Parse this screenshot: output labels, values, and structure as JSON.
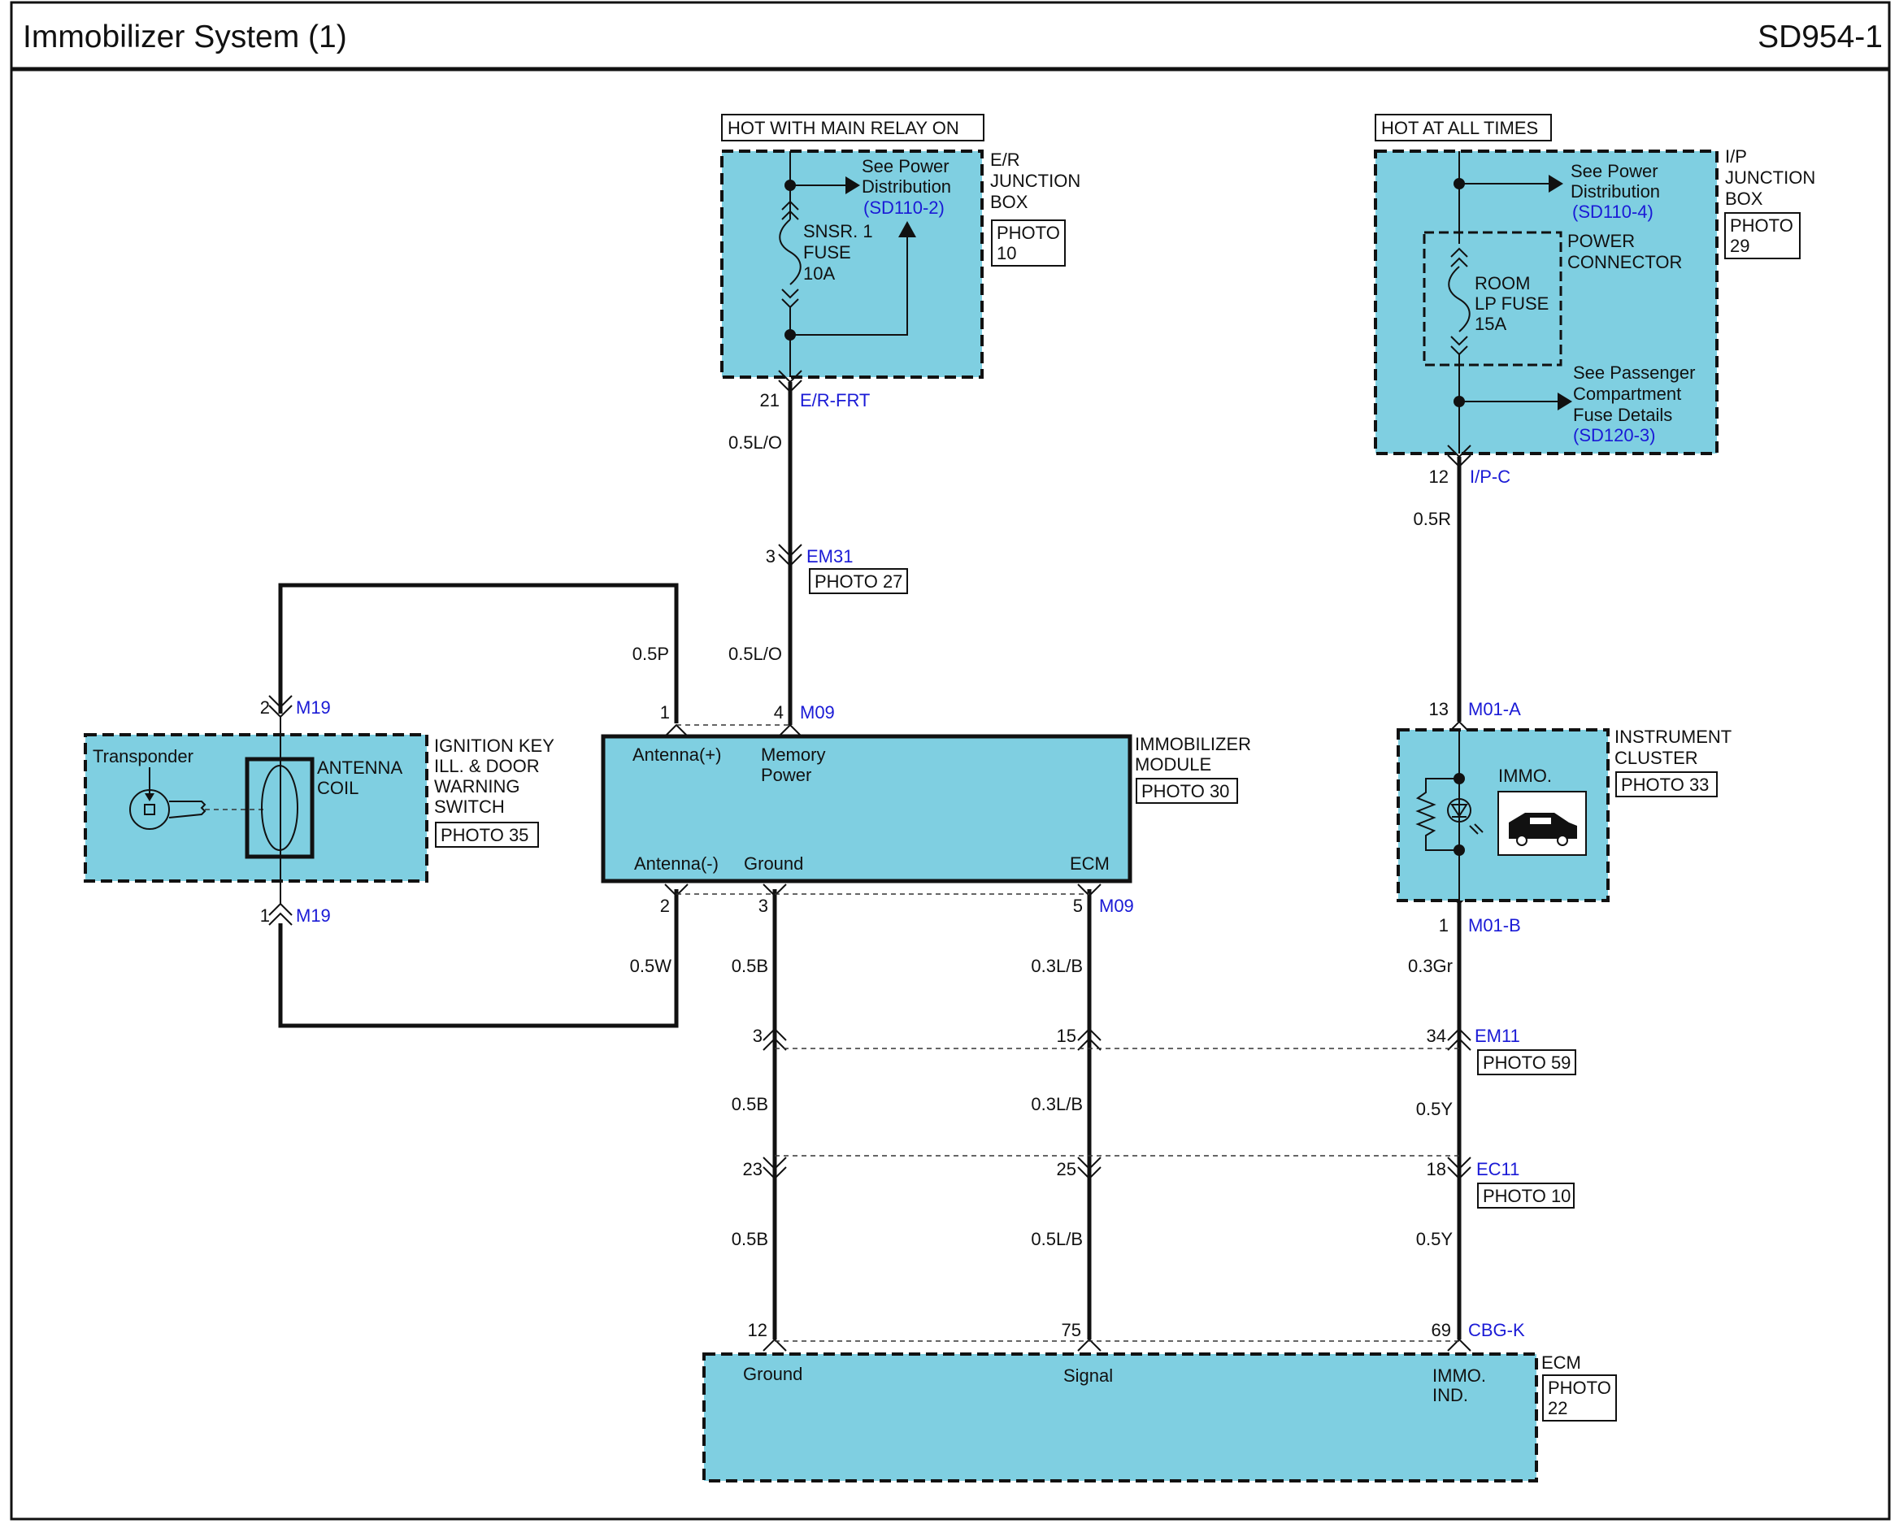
{
  "header": {
    "title": "Immobilizer System (1)",
    "page_code": "SD954-1"
  },
  "power": {
    "main_relay": "HOT WITH MAIN RELAY ON",
    "all_times": "HOT AT ALL TIMES"
  },
  "er_box": {
    "title": [
      "E/R",
      "JUNCTION",
      "BOX"
    ],
    "photo": [
      "PHOTO",
      "10"
    ],
    "see_power": [
      "See Power",
      "Distribution"
    ],
    "see_ref": "(SD110-2)",
    "fuse": [
      "SNSR. 1",
      "FUSE",
      "10A"
    ],
    "pin": "21",
    "connector": "E/R-FRT"
  },
  "ip_box": {
    "title": [
      "I/P",
      "JUNCTION",
      "BOX"
    ],
    "photo": [
      "PHOTO",
      "29"
    ],
    "see_power": [
      "See Power",
      "Distribution"
    ],
    "see_ref": "(SD110-4)",
    "power_connector": [
      "POWER",
      "CONNECTOR"
    ],
    "fuse": [
      "ROOM",
      "LP FUSE",
      "15A"
    ],
    "see_passenger": [
      "See Passenger",
      "Compartment",
      "Fuse Details"
    ],
    "see_passenger_ref": "(SD120-3)",
    "pin": "12",
    "connector": "I/P-C"
  },
  "wires": {
    "lo_1": "0.5L/O",
    "lo_2": "0.5L/O",
    "r": "0.5R",
    "p": "0.5P",
    "w": "0.5W",
    "b_1": "0.5B",
    "b_2": "0.5B",
    "b_3": "0.5B",
    "lb_1": "0.3L/B",
    "lb_2": "0.3L/B",
    "lb_3": "0.5L/B",
    "gr": "0.3Gr",
    "y_1": "0.5Y",
    "y_2": "0.5Y"
  },
  "connectors": {
    "em31": {
      "pin": "3",
      "name": "EM31",
      "photo": "PHOTO 27"
    },
    "m19_top": {
      "pin": "2",
      "name": "M19"
    },
    "m19_bot": {
      "pin": "1",
      "name": "M19"
    },
    "m09_top": {
      "pin_a": "1",
      "pin_b": "4",
      "name": "M09"
    },
    "m09_bot": {
      "pin_a": "2",
      "pin_b": "3",
      "pin_c": "5",
      "name": "M09"
    },
    "m01a": {
      "pin": "13",
      "name": "M01-A"
    },
    "m01b": {
      "pin": "1",
      "name": "M01-B"
    },
    "em11": {
      "pin_a": "3",
      "pin_b": "15",
      "pin_c": "34",
      "name": "EM11",
      "photo": "PHOTO 59"
    },
    "ec11": {
      "pin_a": "23",
      "pin_b": "25",
      "pin_c": "18",
      "name": "EC11",
      "photo": "PHOTO 10"
    },
    "cbgk": {
      "pin_a": "12",
      "pin_b": "75",
      "pin_c": "69",
      "name": "CBG-K"
    }
  },
  "ignition_key": {
    "title": [
      "IGNITION KEY",
      "ILL. & DOOR",
      "WARNING",
      "SWITCH"
    ],
    "photo": "PHOTO 35",
    "transponder": "Transponder",
    "coil": [
      "ANTENNA",
      "COIL"
    ]
  },
  "immobilizer_module": {
    "title": [
      "IMMOBILIZER",
      "MODULE"
    ],
    "photo": "PHOTO 30",
    "antenna_plus": "Antenna(+)",
    "memory_power": [
      "Memory",
      "Power"
    ],
    "antenna_minus": "Antenna(-)",
    "ground": "Ground",
    "ecm": "ECM"
  },
  "instrument_cluster": {
    "title": [
      "INSTRUMENT",
      "CLUSTER"
    ],
    "photo": "PHOTO 33",
    "immo": "IMMO."
  },
  "ecm": {
    "title": "ECM",
    "photo": [
      "PHOTO",
      "22"
    ],
    "ground": "Ground",
    "signal": "Signal",
    "immo_ind": [
      "IMMO.",
      "IND."
    ]
  },
  "colors": {
    "component_fill": "#7fcfe1",
    "connector_label": "#1a1ad6",
    "wire": "#111111"
  }
}
